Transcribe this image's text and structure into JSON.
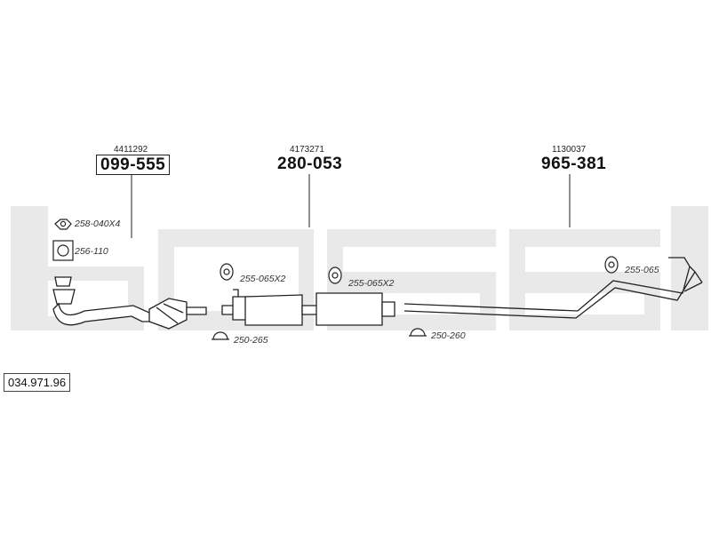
{
  "watermark": "bosal",
  "catalog_number": "034.971.96",
  "parts": [
    {
      "oem": "4411292",
      "number": "099-555"
    },
    {
      "oem": "4173271",
      "number": "280-053"
    },
    {
      "oem": "1130037",
      "number": "965-381"
    }
  ],
  "callouts": {
    "nut": "258-040X4",
    "gasket": "256-110",
    "mount_mid1": "255-065X2",
    "mount_mid2": "255-065X2",
    "clamp_front": "250-265",
    "clamp_rear": "250-260",
    "mount_rear": "255-065"
  }
}
